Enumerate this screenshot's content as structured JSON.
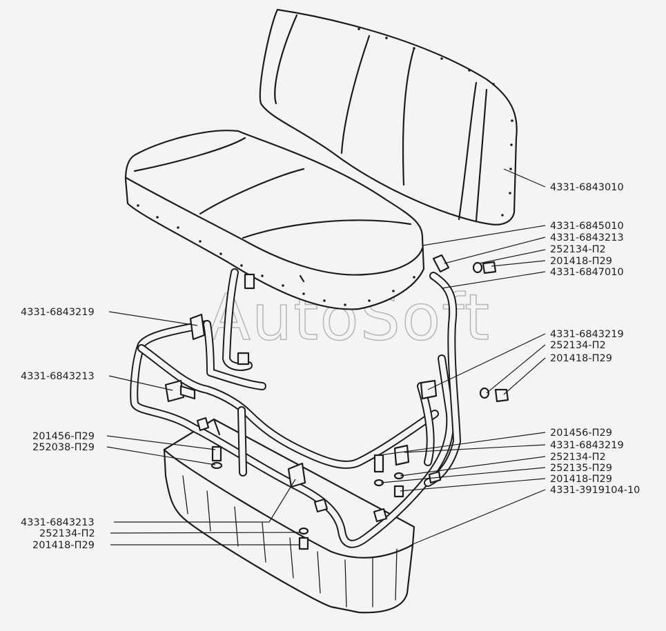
{
  "watermark": "AutoSoft",
  "labels": [
    {
      "id": "backrest",
      "text": "4331-6843010"
    },
    {
      "id": "cushion",
      "text": "4331-6845010"
    },
    {
      "id": "bracket-r-top",
      "text": "4331-6843213"
    },
    {
      "id": "washer-r-top",
      "text": "252134-П2"
    },
    {
      "id": "bolt-r-top",
      "text": "201418-П29"
    },
    {
      "id": "frame",
      "text": "4331-6847010"
    },
    {
      "id": "bracket-l-upper",
      "text": "4331-6843219"
    },
    {
      "id": "bracket-l-mid",
      "text": "4331-6843213"
    },
    {
      "id": "bracket-r-mid",
      "text": "4331-6843219"
    },
    {
      "id": "washer-r-mid",
      "text": "252134-П2"
    },
    {
      "id": "bolt-r-mid",
      "text": "201418-П29"
    },
    {
      "id": "bolt-l-low",
      "text": "201456-П29"
    },
    {
      "id": "washer-l-low",
      "text": "252038-П29"
    },
    {
      "id": "bolt-r-low",
      "text": "201456-П29"
    },
    {
      "id": "bracket-r-low",
      "text": "4331-6843219"
    },
    {
      "id": "washer-r-low1",
      "text": "252134-П2"
    },
    {
      "id": "washer-r-low2",
      "text": "252135-П29"
    },
    {
      "id": "bolt-r-low2",
      "text": "201418-П29"
    },
    {
      "id": "box",
      "text": "4331-3919104-10"
    },
    {
      "id": "bracket-bottom",
      "text": "4331-6843213"
    },
    {
      "id": "washer-bottom",
      "text": "252134-П2"
    },
    {
      "id": "bolt-bottom",
      "text": "201418-П29"
    }
  ]
}
